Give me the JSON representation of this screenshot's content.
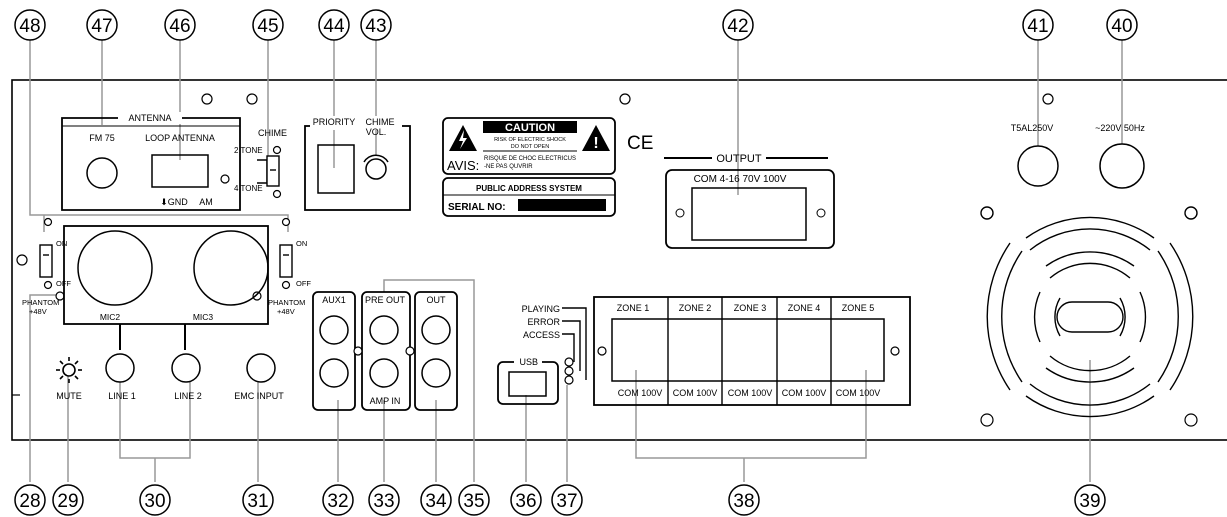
{
  "callouts": [
    "48",
    "47",
    "46",
    "45",
    "44",
    "43",
    "42",
    "41",
    "40",
    "28",
    "29",
    "30",
    "31",
    "32",
    "33",
    "34",
    "35",
    "36",
    "37",
    "38",
    "39"
  ],
  "labels": {
    "antenna": "ANTENNA",
    "fm75": "FM 75",
    "loop_antenna": "LOOP ANTENNA",
    "gnd": "GND",
    "am": "AM",
    "chime": "CHIME",
    "tone2": "2 TONE",
    "tone4": "4 TONE",
    "priority": "PRIORITY",
    "chime_vol_1": "CHIME",
    "chime_vol_2": "VOL.",
    "caution_title": "CAUTION",
    "caution_line1": "RISK OF ELECTRIC SHOCK",
    "caution_line2": "DO NOT OPEN",
    "avis": "AVIS:",
    "avis_line1": "RISQUE DE CHOC ELECTRICUS",
    "avis_line2": "-NE PAS QUVRIR",
    "pa_system": "PUBLIC ADDRESS SYSTEM",
    "serial": "SERIAL NO:",
    "ce": "CE",
    "output": "OUTPUT",
    "output_terms": "COM 4-16  70V 100V",
    "fuse": "T5AL250V",
    "power": "~220V  50Hz",
    "on": "ON",
    "off": "OFF",
    "phantom": "PHANTOM",
    "phantom_v": "+48V",
    "mic2": "MIC2",
    "mic3": "MIC3",
    "mute": "MUTE",
    "line1": "LINE 1",
    "line2": "LINE 2",
    "emc_input": "EMC INPUT",
    "aux1": "AUX1",
    "pre_out": "PRE OUT",
    "amp_in": "AMP IN",
    "out": "OUT",
    "playing": "PLAYING",
    "error": "ERROR",
    "access": "ACCESS",
    "usb": "USB",
    "zones": [
      "ZONE 1",
      "ZONE 2",
      "ZONE 3",
      "ZONE 4",
      "ZONE 5"
    ],
    "zone_term": "COM 100V"
  }
}
